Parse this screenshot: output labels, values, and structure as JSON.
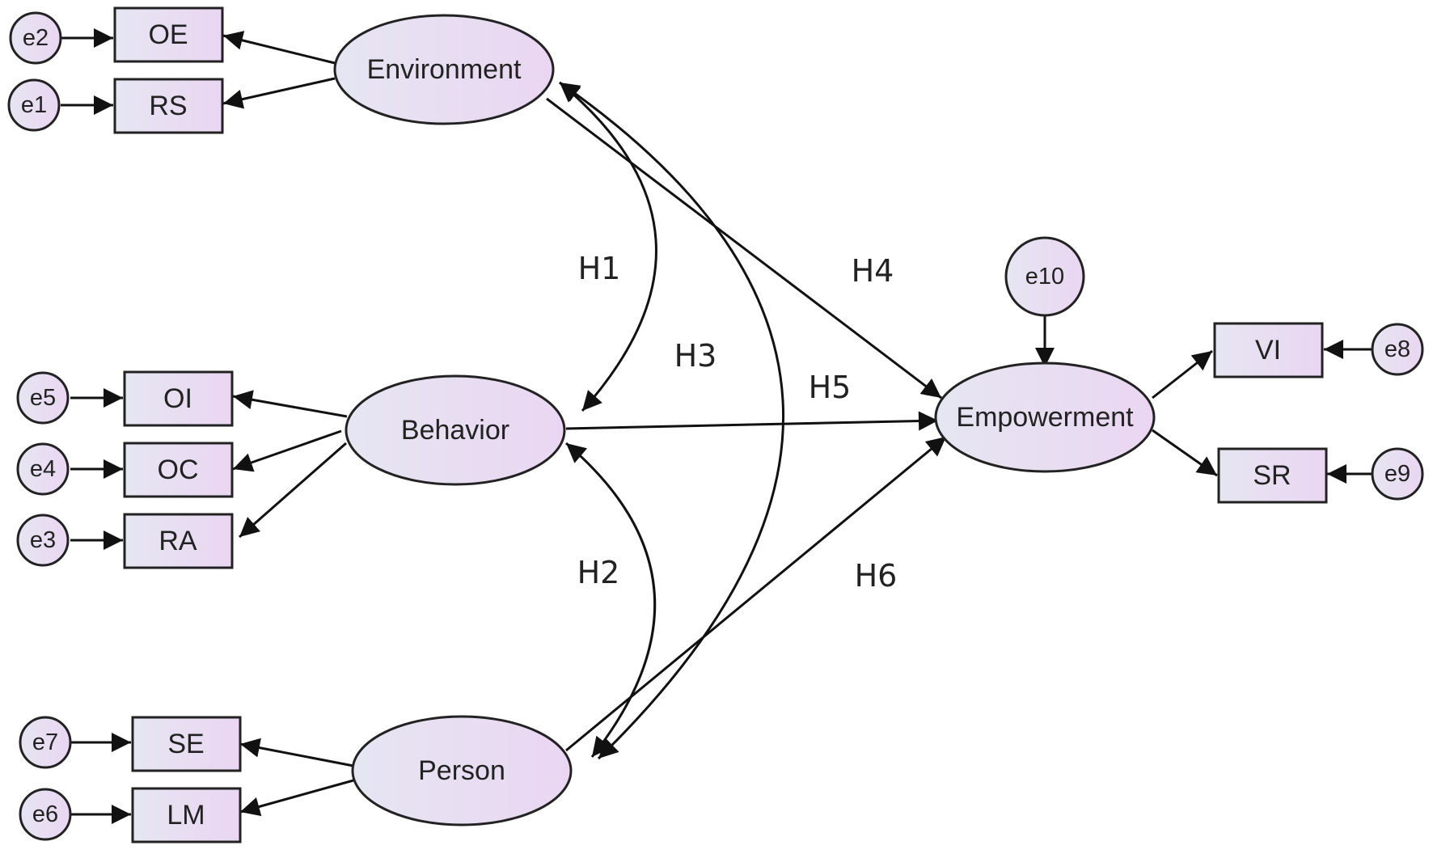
{
  "latents": {
    "environment": "Environment",
    "behavior": "Behavior",
    "person": "Person",
    "empowerment": "Empowerment"
  },
  "observed": {
    "oe": "OE",
    "rs": "RS",
    "oi": "OI",
    "oc": "OC",
    "ra": "RA",
    "se": "SE",
    "lm": "LM",
    "vi": "VI",
    "sr": "SR"
  },
  "errors": {
    "e1": "e1",
    "e2": "e2",
    "e3": "e3",
    "e4": "e4",
    "e5": "e5",
    "e6": "e6",
    "e7": "e7",
    "e8": "e8",
    "e9": "e9",
    "e10": "e10"
  },
  "hypotheses": {
    "h1": "H1",
    "h2": "H2",
    "h3": "H3",
    "h4": "H4",
    "h5": "H5",
    "h6": "H6"
  },
  "colors": {
    "node_fill_start": "#e6e6f2",
    "node_fill_end": "#ead6f2",
    "stroke": "#222222"
  }
}
